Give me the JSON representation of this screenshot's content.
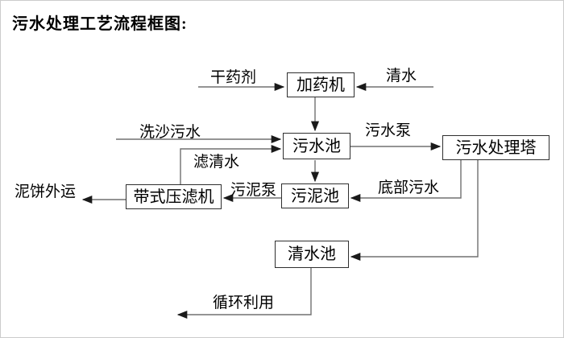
{
  "title": "污水处理工艺流程框图:",
  "nodes": {
    "dosing_machine": {
      "label": "加药机"
    },
    "sewage_pool": {
      "label": "污水池"
    },
    "treatment_tower": {
      "label": "污水处理塔"
    },
    "sludge_pool": {
      "label": "污泥池"
    },
    "belt_filter_press": {
      "label": "带式压滤机"
    },
    "clear_water_pool": {
      "label": "清水池"
    }
  },
  "flow_labels": {
    "dry_agent": "干药剂",
    "clear_water": "清水",
    "sand_washing_sewage": "洗沙污水",
    "filtered_water": "滤清水",
    "sewage_pump": "污水泵",
    "sludge_pump": "污泥泵",
    "bottom_sewage": "底部污水",
    "mud_cake_out": "泥饼外运",
    "recycling": "循环利用"
  },
  "colors": {
    "background": "#ffffff",
    "text": "#000000",
    "box_border": "#2f2f2f",
    "connector_line": "#707070",
    "arrowhead": "#1a1a1a"
  }
}
